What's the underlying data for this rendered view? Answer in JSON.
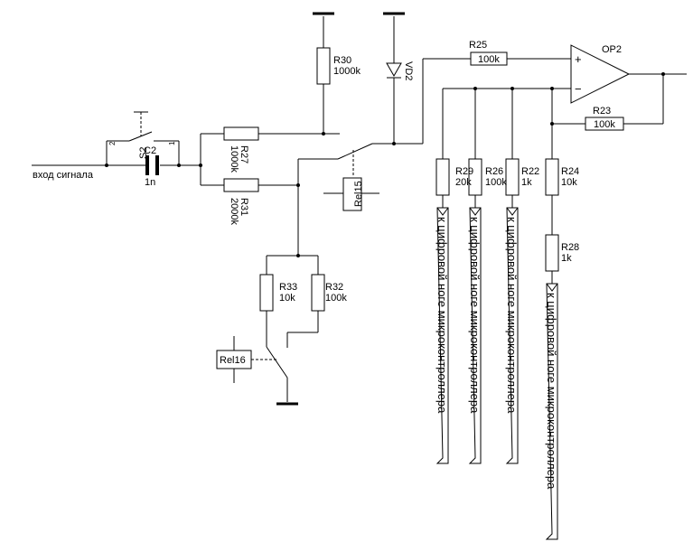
{
  "signal_input": "вход сигнала",
  "opamp": {
    "name": "OP2",
    "plus": "+",
    "minus": "−"
  },
  "switch_s2": {
    "name": "S2",
    "pin1": "1",
    "pin2": "2"
  },
  "capacitor": {
    "name": "C2",
    "value": "1n"
  },
  "diode": {
    "name": "VD2"
  },
  "relays": {
    "rel15": "Rel15",
    "rel16": "Rel16"
  },
  "resistors": {
    "r25": {
      "name": "R25",
      "value": "100k"
    },
    "r23": {
      "name": "R23",
      "value": "100k"
    },
    "r30": {
      "name": "R30",
      "value": "1000k"
    },
    "r27": {
      "name": "R27",
      "value": "1000k"
    },
    "r31": {
      "name": "R31",
      "value": "2000k"
    },
    "r33": {
      "name": "R33",
      "value": "10k"
    },
    "r32": {
      "name": "R32",
      "value": "100k"
    },
    "r29": {
      "name": "R29",
      "value": "20k"
    },
    "r26": {
      "name": "R26",
      "value": "100k"
    },
    "r22": {
      "name": "R22",
      "value": "1k"
    },
    "r24": {
      "name": "R24",
      "value": "10k"
    },
    "r28": {
      "name": "R28",
      "value": "1k"
    }
  },
  "mcu_label": "к цифровой ноге микроконтроллера"
}
